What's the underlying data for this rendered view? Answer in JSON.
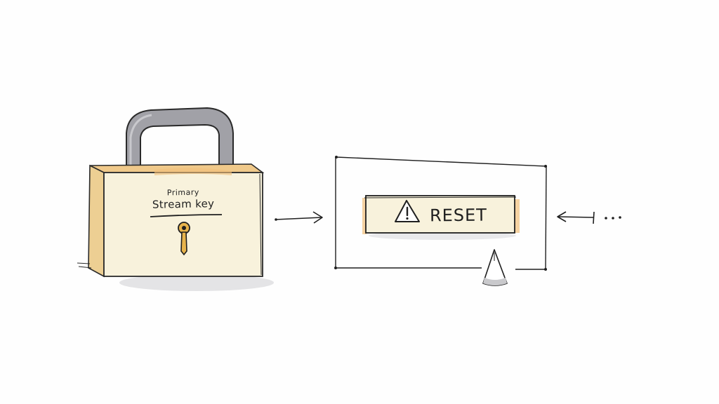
{
  "lock": {
    "label_line1": "Primary",
    "label_line2": "Stream key"
  },
  "reset_panel": {
    "button_label": "RESET",
    "warning_icon": "warning-triangle-icon"
  },
  "colors": {
    "ink": "#1f1f1f",
    "lock_body": "#f8f2dc",
    "lock_side": "#efd7a3",
    "accent_orange": "#f2c07a",
    "shackle": "#9d9da3",
    "shadow": "#d9d9dc",
    "button_fill": "#f8f2dc"
  }
}
